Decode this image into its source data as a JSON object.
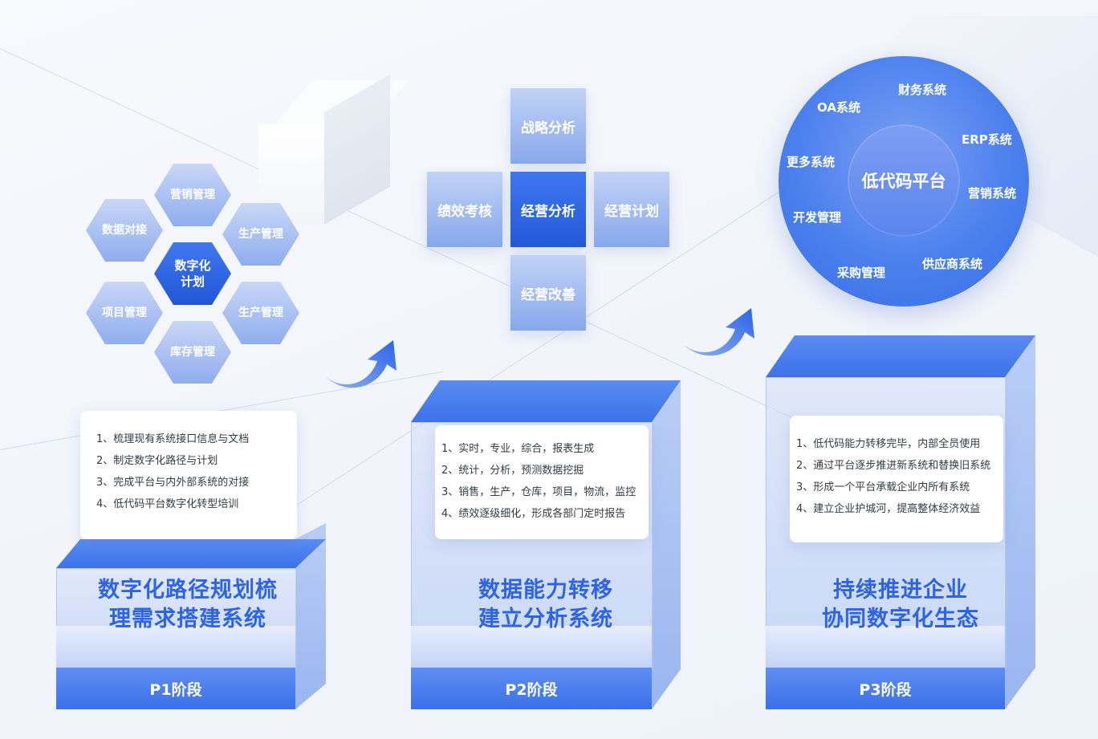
{
  "hexagons": {
    "center": "数字化\n计划",
    "items": [
      "营销管理",
      "生产管理",
      "生产管理",
      "库存管理",
      "项目管理",
      "数据对接"
    ]
  },
  "cross": {
    "top": "战略分析",
    "left": "绩效考核",
    "center": "经营分析",
    "right": "经营计划",
    "bottom": "经营改善"
  },
  "platform": {
    "center": "低代码平台",
    "items": [
      "财务系统",
      "OA系统",
      "ERP系统",
      "营销系统",
      "供应商系统",
      "采购管理",
      "开发管理",
      "更多系统"
    ]
  },
  "stages": [
    {
      "label": "P1阶段",
      "title_line1": "数字化路径规划梳",
      "title_line2": "理需求搭建系统",
      "points": [
        "1、梳理现有系统接口信息与文档",
        "2、制定数字化路径与计划",
        "3、完成平台与内外部系统的对接",
        "4、低代码平台数字化转型培训"
      ]
    },
    {
      "label": "P2阶段",
      "title_line1": "数据能力转移",
      "title_line2": "建立分析系统",
      "points": [
        "1、实时，专业，综合，报表生成",
        "2、统计，分析，预测数据挖掘",
        "3、销售，生产，仓库，项目，物流，监控",
        "4、绩效逐级细化，形成各部门定时报告"
      ]
    },
    {
      "label": "P3阶段",
      "title_line1": "持续推进企业",
      "title_line2": "协同数字化生态",
      "points": [
        "1、低代码能力转移完毕，内部全员使用",
        "2、通过平台逐步推进新系统和替换旧系统",
        "3、形成一个平台承载企业内所有系统",
        "4、建立企业护城河，提高整体经济效益"
      ]
    }
  ],
  "colors": {
    "primary": "#2d63e6",
    "accent": "#3d72ea",
    "light": "#c1d2f6"
  }
}
